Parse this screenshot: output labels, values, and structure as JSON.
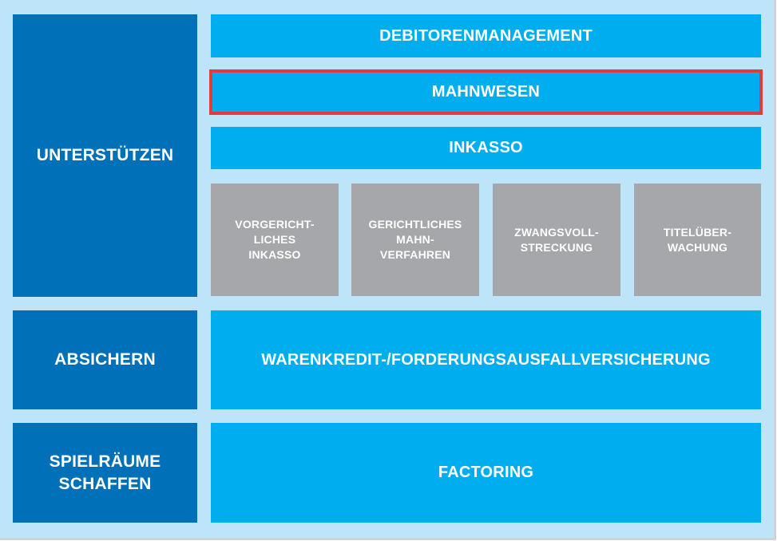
{
  "categories": {
    "support": "UNTERSTÜTZEN",
    "secure": "ABSICHERN",
    "latitude": "SPIELRÄUME\nSCHAFFEN"
  },
  "support_services": {
    "receivables_management": "DEBITORENMANAGEMENT",
    "dunning": "MAHNWESEN",
    "collection": "INKASSO",
    "sub_services": [
      "VORGERICHT-\nLICHES\nINKASSO",
      "GERICHTLICHES\nMAHN-\nVERFAHREN",
      "ZWANGSVOLL-\nSTRECKUNG",
      "TITELÜBER-\nWACHUNG"
    ]
  },
  "secure_services": {
    "credit_insurance": "WARENKREDIT-/FORDERUNGSAUSFALLVERSICHERUNG"
  },
  "latitude_services": {
    "factoring": "FACTORING"
  },
  "colors": {
    "background": "#bde4f8",
    "category": "#0070b9",
    "service": "#00adee",
    "sub_service": "#a6a7aa",
    "highlight": "#e13a3f"
  }
}
